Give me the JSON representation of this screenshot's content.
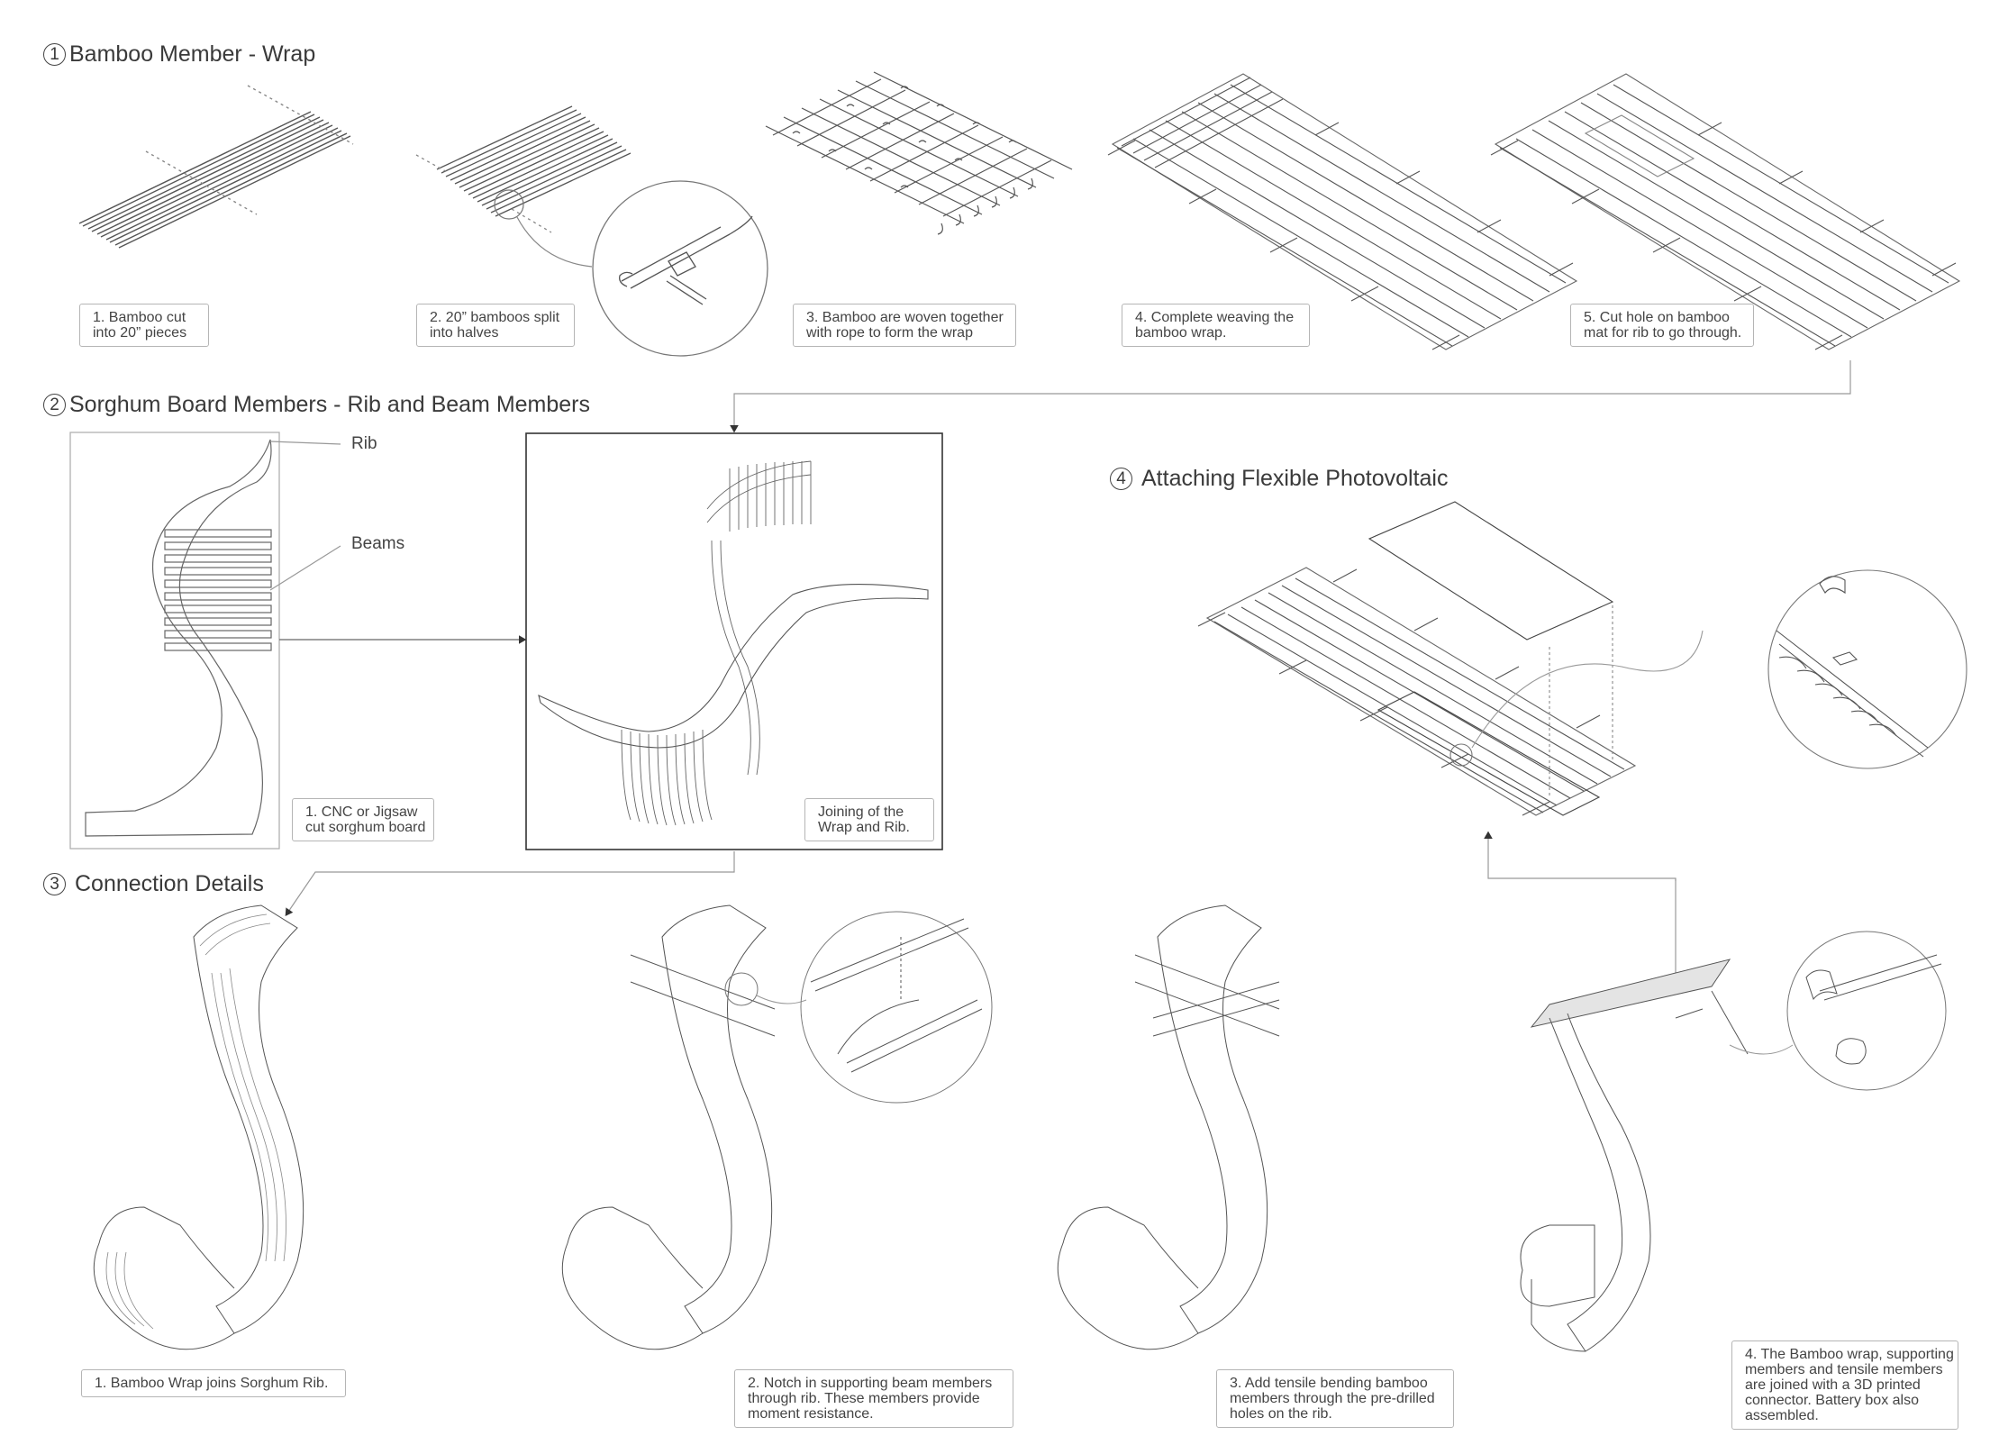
{
  "sections": {
    "s1": {
      "number": "1",
      "title": "Bamboo Member - Wrap"
    },
    "s2": {
      "number": "2",
      "title": "Sorghum Board Members - Rib and Beam Members"
    },
    "s3": {
      "number": "3",
      "title": "Connection Details"
    },
    "s4": {
      "number": "4",
      "title": "Attaching Flexible Photovoltaic"
    }
  },
  "wrap_steps": [
    {
      "line1": "1. Bamboo cut",
      "line2": "into 20” pieces"
    },
    {
      "line1": "2. 20” bamboos split",
      "line2": "into halves"
    },
    {
      "line1": "3. Bamboo are woven together",
      "line2": "with rope to form the wrap"
    },
    {
      "line1": "4. Complete weaving the",
      "line2": "bamboo wrap."
    },
    {
      "line1": "5. Cut hole on bamboo",
      "line2": "mat for rib to go through."
    }
  ],
  "rib_labels": {
    "rib": "Rib",
    "beams": "Beams"
  },
  "rib_captions": {
    "cut": {
      "line1": "1. CNC or Jigsaw",
      "line2": "cut sorghum board"
    },
    "join": {
      "line1": "Joining of the",
      "line2": "Wrap and Rib."
    }
  },
  "connection_steps": [
    {
      "lines": [
        "1. Bamboo Wrap joins Sorghum Rib."
      ]
    },
    {
      "lines": [
        "2. Notch in supporting beam members",
        "through rib. These members provide",
        "moment resistance."
      ]
    },
    {
      "lines": [
        "3. Add tensile bending bamboo",
        "members through the pre-drilled",
        "holes on the rib."
      ]
    },
    {
      "lines": [
        "4. The Bamboo wrap, supporting",
        "members and tensile members",
        "are joined with a 3D printed",
        "connector. Battery box also",
        "assembled."
      ]
    }
  ],
  "colors": {
    "line": "#4a4a4a",
    "light_line": "#9a9a9a",
    "caption_border": "#b5b5b5"
  }
}
